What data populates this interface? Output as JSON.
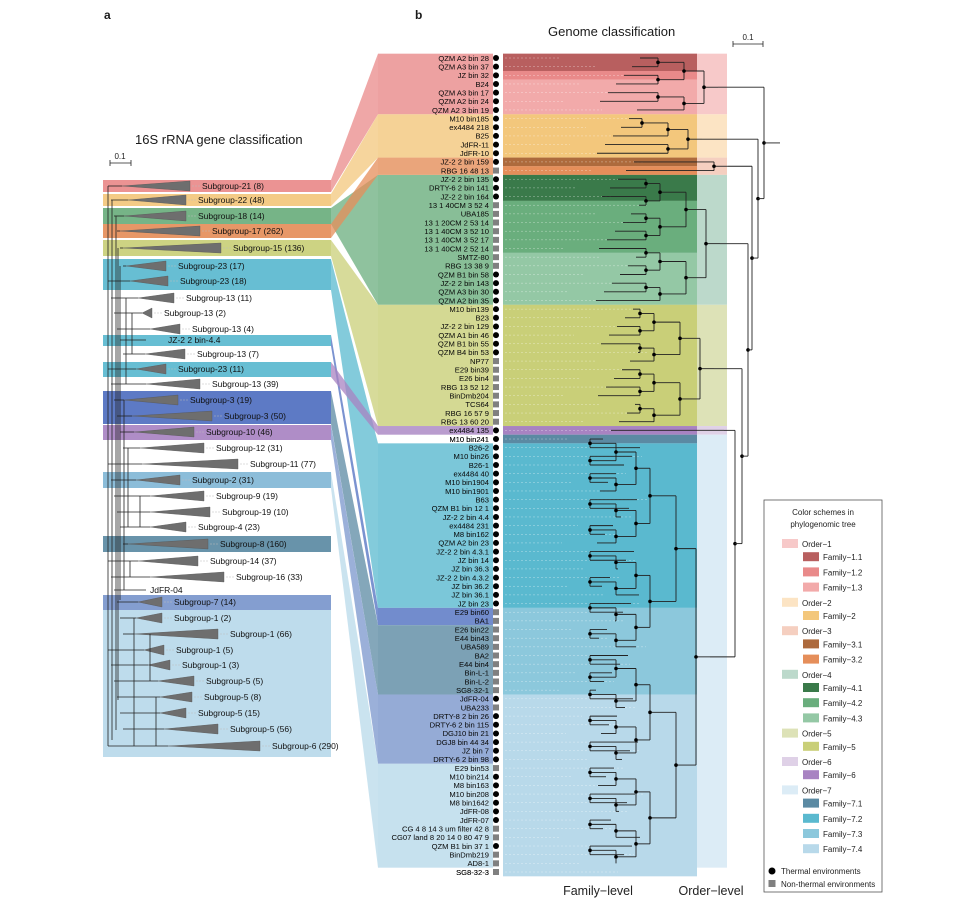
{
  "panels": {
    "a": "a",
    "b": "b"
  },
  "titles": {
    "left": "16S rRNA gene classification",
    "right": "Genome classification"
  },
  "scale": {
    "left": "0.1",
    "right": "0.1"
  },
  "level_labels": {
    "family": "Family−level",
    "order": "Order−level"
  },
  "left_tree": {
    "groups": [
      {
        "label": "Subgroup-21 (8)",
        "band": "family-1.2",
        "order": "1"
      },
      {
        "label": "Subgroup-22 (48)",
        "band": "family-2",
        "order": "2"
      },
      {
        "label": "Subgroup-18 (14)",
        "band": "family-4.2",
        "order": "4"
      },
      {
        "label": "Subgroup-17 (262)",
        "band": "family-3.2",
        "order": "3"
      },
      {
        "label": "Subgroup-15 (136)",
        "band": "family-5",
        "order": "5"
      },
      {
        "label": "Subgroup-23 (17)",
        "band": "family-7.2",
        "order": "7"
      },
      {
        "label": "Subgroup-23 (18)",
        "band": "family-7.2",
        "order": "7"
      },
      {
        "label": "Subgroup-13 (11)",
        "band": "none",
        "order": ""
      },
      {
        "label": "Subgroup-13 (2)",
        "band": "none",
        "order": ""
      },
      {
        "label": "Subgroup-13 (4)",
        "band": "none",
        "order": ""
      },
      {
        "label": "JZ-2 2 bin-4.4",
        "band": "family-7.2",
        "order": "7"
      },
      {
        "label": "Subgroup-13 (7)",
        "band": "none",
        "order": ""
      },
      {
        "label": "Subgroup-23 (11)",
        "band": "family-7.2",
        "order": "7"
      },
      {
        "label": "Subgroup-13 (39)",
        "band": "none",
        "order": ""
      },
      {
        "label": "Subgroup-3 (19)",
        "band": "sg3",
        "order": "7"
      },
      {
        "label": "Subgroup-3 (50)",
        "band": "sg3",
        "order": "7"
      },
      {
        "label": "Subgroup-10 (46)",
        "band": "family-6",
        "order": "6"
      },
      {
        "label": "Subgroup-12 (31)",
        "band": "none",
        "order": ""
      },
      {
        "label": "Subgroup-11 (77)",
        "band": "none",
        "order": ""
      },
      {
        "label": "Subgroup-2 (31)",
        "band": "sg2",
        "order": "7"
      },
      {
        "label": "Subgroup-9 (19)",
        "band": "none",
        "order": ""
      },
      {
        "label": "Subgroup-19 (10)",
        "band": "none",
        "order": ""
      },
      {
        "label": "Subgroup-4 (23)",
        "band": "none",
        "order": ""
      },
      {
        "label": "Subgroup-8 (160)",
        "band": "family-7.1",
        "order": "7"
      },
      {
        "label": "Subgroup-14 (37)",
        "band": "none",
        "order": ""
      },
      {
        "label": "Subgroup-16 (33)",
        "band": "none",
        "order": ""
      },
      {
        "label": "JdFR-04",
        "band": "none",
        "order": ""
      },
      {
        "label": "Subgroup-7 (14)",
        "band": "sg7",
        "order": "7"
      },
      {
        "label": "Subgroup-1 (2)",
        "band": "family-7.4",
        "order": "7"
      },
      {
        "label": "Subgroup-1 (66)",
        "band": "family-7.4",
        "order": "7"
      },
      {
        "label": "Subgroup-1 (5)",
        "band": "family-7.4",
        "order": "7"
      },
      {
        "label": "Subgroup-1 (3)",
        "band": "family-7.4",
        "order": "7"
      },
      {
        "label": "Subgroup-5 (5)",
        "band": "family-7.4",
        "order": "7"
      },
      {
        "label": "Subgroup-5 (8)",
        "band": "family-7.4",
        "order": "7"
      },
      {
        "label": "Subgroup-5 (15)",
        "band": "family-7.4",
        "order": "7"
      },
      {
        "label": "Subgroup-5 (56)",
        "band": "family-7.4",
        "order": "7"
      },
      {
        "label": "Subgroup-6 (290)",
        "band": "family-7.4",
        "order": "7"
      }
    ]
  },
  "right_tree": {
    "tips": [
      {
        "label": "QZM A2 bin 28",
        "env": "thermal",
        "family": "1.1"
      },
      {
        "label": "QZM A3 bin 37",
        "env": "thermal",
        "family": "1.1"
      },
      {
        "label": "JZ bin 32",
        "env": "thermal",
        "family": "1.2"
      },
      {
        "label": "B24",
        "env": "thermal",
        "family": "1.3"
      },
      {
        "label": "QZM A3 bin 17",
        "env": "thermal",
        "family": "1.3"
      },
      {
        "label": "QZM A2 bin 24",
        "env": "thermal",
        "family": "1.3"
      },
      {
        "label": "QZM A2 3 bin 19",
        "env": "thermal",
        "family": "1.3"
      },
      {
        "label": "M10 bin185",
        "env": "thermal",
        "family": "2"
      },
      {
        "label": "ex4484 218",
        "env": "thermal",
        "family": "2"
      },
      {
        "label": "B25",
        "env": "thermal",
        "family": "2"
      },
      {
        "label": "JdFR-11",
        "env": "thermal",
        "family": "2"
      },
      {
        "label": "JdFR-10",
        "env": "thermal",
        "family": "2"
      },
      {
        "label": "JZ-2 2 bin 159",
        "env": "thermal",
        "family": "3.1"
      },
      {
        "label": "RBG 16 48 13",
        "env": "non-thermal",
        "family": "3.2"
      },
      {
        "label": "JZ-2 2 bin 135",
        "env": "thermal",
        "family": "4.1"
      },
      {
        "label": "DRTY-6 2 bin 141",
        "env": "thermal",
        "family": "4.1"
      },
      {
        "label": "JZ-2 2 bin 164",
        "env": "thermal",
        "family": "4.1"
      },
      {
        "label": "13 1 40CM 3 52 4",
        "env": "non-thermal",
        "family": "4.2"
      },
      {
        "label": "UBA185",
        "env": "non-thermal",
        "family": "4.2"
      },
      {
        "label": "13 1 20CM 2 53 14",
        "env": "non-thermal",
        "family": "4.2"
      },
      {
        "label": "13 1 40CM 3 52 10",
        "env": "non-thermal",
        "family": "4.2"
      },
      {
        "label": "13 1 40CM 3 52 17",
        "env": "non-thermal",
        "family": "4.2"
      },
      {
        "label": "13 1 40CM 2 52 14",
        "env": "non-thermal",
        "family": "4.2"
      },
      {
        "label": "SMTZ-80",
        "env": "non-thermal",
        "family": "4.3"
      },
      {
        "label": "RBG 13 38 9",
        "env": "non-thermal",
        "family": "4.3"
      },
      {
        "label": "QZM B1 bin 58",
        "env": "thermal",
        "family": "4.3"
      },
      {
        "label": "JZ-2 2 bin 143",
        "env": "thermal",
        "family": "4.3"
      },
      {
        "label": "QZM A3 bin 30",
        "env": "thermal",
        "family": "4.3"
      },
      {
        "label": "QZM A2 bin 35",
        "env": "thermal",
        "family": "4.3"
      },
      {
        "label": "M10 bin139",
        "env": "thermal",
        "family": "5"
      },
      {
        "label": "B23",
        "env": "thermal",
        "family": "5"
      },
      {
        "label": "JZ-2 2 bin 129",
        "env": "thermal",
        "family": "5"
      },
      {
        "label": "QZM A1 bin 46",
        "env": "thermal",
        "family": "5"
      },
      {
        "label": "QZM B1 bin 55",
        "env": "thermal",
        "family": "5"
      },
      {
        "label": "QZM B4 bin 53",
        "env": "thermal",
        "family": "5"
      },
      {
        "label": "NP77",
        "env": "non-thermal",
        "family": "5"
      },
      {
        "label": "E29 bin39",
        "env": "non-thermal",
        "family": "5"
      },
      {
        "label": "E26 bin4",
        "env": "non-thermal",
        "family": "5"
      },
      {
        "label": "RBG 13 52 12",
        "env": "non-thermal",
        "family": "5"
      },
      {
        "label": "BinDmb204",
        "env": "non-thermal",
        "family": "5"
      },
      {
        "label": "TCS64",
        "env": "non-thermal",
        "family": "5"
      },
      {
        "label": "RBG 16 57 9",
        "env": "non-thermal",
        "family": "5"
      },
      {
        "label": "RBG 13 60 20",
        "env": "non-thermal",
        "family": "5"
      },
      {
        "label": "ex4484 135",
        "env": "thermal",
        "family": "6"
      },
      {
        "label": "M10 bin241",
        "env": "thermal",
        "family": "7.1"
      },
      {
        "label": "B26-2",
        "env": "thermal",
        "family": "7.2"
      },
      {
        "label": "M10 bin26",
        "env": "thermal",
        "family": "7.2"
      },
      {
        "label": "B26-1",
        "env": "thermal",
        "family": "7.2"
      },
      {
        "label": "ex4484 40",
        "env": "thermal",
        "family": "7.2"
      },
      {
        "label": "M10 bin1904",
        "env": "thermal",
        "family": "7.2"
      },
      {
        "label": "M10 bin1901",
        "env": "thermal",
        "family": "7.2"
      },
      {
        "label": "B63",
        "env": "thermal",
        "family": "7.2"
      },
      {
        "label": "QZM B1 bin 12 1",
        "env": "thermal",
        "family": "7.2"
      },
      {
        "label": "JZ-2 2 bin 4.4",
        "env": "thermal",
        "family": "7.2"
      },
      {
        "label": "ex4484 231",
        "env": "thermal",
        "family": "7.2"
      },
      {
        "label": "M8 bin162",
        "env": "thermal",
        "family": "7.2"
      },
      {
        "label": "QZM A2 bin 23",
        "env": "thermal",
        "family": "7.2"
      },
      {
        "label": "JZ-2 2 bin 4.3.1",
        "env": "thermal",
        "family": "7.2"
      },
      {
        "label": "JZ bin 14",
        "env": "thermal",
        "family": "7.2"
      },
      {
        "label": "JZ bin 36.3",
        "env": "thermal",
        "family": "7.2"
      },
      {
        "label": "JZ-2 2 bin 4.3.2",
        "env": "thermal",
        "family": "7.2"
      },
      {
        "label": "JZ bin 36.2",
        "env": "thermal",
        "family": "7.2"
      },
      {
        "label": "JZ bin 36.1",
        "env": "thermal",
        "family": "7.2"
      },
      {
        "label": "JZ bin 23",
        "env": "thermal",
        "family": "7.2"
      },
      {
        "label": "E29 bin60",
        "env": "non-thermal",
        "family": "7.3"
      },
      {
        "label": "BA1",
        "env": "non-thermal",
        "family": "7.3"
      },
      {
        "label": "E26 bin22",
        "env": "non-thermal",
        "family": "7.3"
      },
      {
        "label": "E44 bin43",
        "env": "non-thermal",
        "family": "7.3"
      },
      {
        "label": "UBA589",
        "env": "non-thermal",
        "family": "7.3"
      },
      {
        "label": "BA2",
        "env": "non-thermal",
        "family": "7.3"
      },
      {
        "label": "E44 bin4",
        "env": "non-thermal",
        "family": "7.3"
      },
      {
        "label": "Bin-L-1",
        "env": "non-thermal",
        "family": "7.3"
      },
      {
        "label": "Bin-L-2",
        "env": "non-thermal",
        "family": "7.3"
      },
      {
        "label": "SG8-32-1",
        "env": "non-thermal",
        "family": "7.3"
      },
      {
        "label": "JdFR-04",
        "env": "thermal",
        "family": "7.4"
      },
      {
        "label": "UBA233",
        "env": "non-thermal",
        "family": "7.4"
      },
      {
        "label": "DRTY-8 2 bin 26",
        "env": "thermal",
        "family": "7.4"
      },
      {
        "label": "DRTY-6 2 bin 115",
        "env": "thermal",
        "family": "7.4"
      },
      {
        "label": "DGJ10 bin 21",
        "env": "thermal",
        "family": "7.4"
      },
      {
        "label": "DGJ8 bin 44 34",
        "env": "thermal",
        "family": "7.4"
      },
      {
        "label": "JZ bin 7",
        "env": "thermal",
        "family": "7.4"
      },
      {
        "label": "DRTY-6 2 bin 98",
        "env": "thermal",
        "family": "7.4"
      },
      {
        "label": "E29 bin53",
        "env": "non-thermal",
        "family": "7.4"
      },
      {
        "label": "M10 bin214",
        "env": "thermal",
        "family": "7.4"
      },
      {
        "label": "M8 bin163",
        "env": "thermal",
        "family": "7.4"
      },
      {
        "label": "M10 bin208",
        "env": "thermal",
        "family": "7.4"
      },
      {
        "label": "M8 bin1642",
        "env": "thermal",
        "family": "7.4"
      },
      {
        "label": "JdFR-08",
        "env": "thermal",
        "family": "7.4"
      },
      {
        "label": "JdFR-07",
        "env": "thermal",
        "family": "7.4"
      },
      {
        "label": "CG 4 8 14 3 um filter 42 8",
        "env": "non-thermal",
        "family": "7.4"
      },
      {
        "label": "CG07 land 8 20 14 0 80 47 9",
        "env": "non-thermal",
        "family": "7.4"
      },
      {
        "label": "QZM B1 bin 37 1",
        "env": "thermal",
        "family": "7.4"
      },
      {
        "label": "BinDmb219",
        "env": "non-thermal",
        "family": "7.4"
      },
      {
        "label": "AD8-1",
        "env": "non-thermal",
        "family": "7.4"
      },
      {
        "label": "SG8-32-3",
        "env": "non-thermal",
        "family": "7.4"
      }
    ]
  },
  "legend": {
    "title": "Color schemes in phylogenomic tree",
    "title_line1": "Color schemes in",
    "title_line2": "phylogenomic tree",
    "items": [
      {
        "label": "Order−1",
        "color": "#f7c9c9",
        "kind": "order"
      },
      {
        "label": "Family−1.1",
        "color": "#b85f5f",
        "kind": "family"
      },
      {
        "label": "Family−1.2",
        "color": "#e98a8a",
        "kind": "family"
      },
      {
        "label": "Family−1.3",
        "color": "#f2aaaa",
        "kind": "family"
      },
      {
        "label": "Order−2",
        "color": "#fce4c4",
        "kind": "order"
      },
      {
        "label": "Family−2",
        "color": "#f3c77c",
        "kind": "family"
      },
      {
        "label": "Order−3",
        "color": "#f5cfc0",
        "kind": "order"
      },
      {
        "label": "Family−3.1",
        "color": "#ad6a3d",
        "kind": "family"
      },
      {
        "label": "Family−3.2",
        "color": "#e58e5a",
        "kind": "family"
      },
      {
        "label": "Order−4",
        "color": "#bcd9cb",
        "kind": "order"
      },
      {
        "label": "Family−4.1",
        "color": "#3a7a4a",
        "kind": "family"
      },
      {
        "label": "Family−4.2",
        "color": "#6aae7d",
        "kind": "family"
      },
      {
        "label": "Family−4.3",
        "color": "#94c8a5",
        "kind": "family"
      },
      {
        "label": "Order−5",
        "color": "#dde2b7",
        "kind": "order"
      },
      {
        "label": "Family−5",
        "color": "#c9cf78",
        "kind": "family"
      },
      {
        "label": "Order−6",
        "color": "#dfd1e7",
        "kind": "order"
      },
      {
        "label": "Family−6",
        "color": "#a883c2",
        "kind": "family"
      },
      {
        "label": "Order−7",
        "color": "#dcecf6",
        "kind": "order"
      },
      {
        "label": "Family−7.1",
        "color": "#5b8aa3",
        "kind": "family"
      },
      {
        "label": "Family−7.2",
        "color": "#5ab9cf",
        "kind": "family"
      },
      {
        "label": "Family−7.3",
        "color": "#8cc8dc",
        "kind": "family"
      },
      {
        "label": "Family−7.4",
        "color": "#b8d9ea",
        "kind": "family"
      }
    ],
    "markers": [
      {
        "label": "Thermal environments",
        "shape": "circle"
      },
      {
        "label": "Non-thermal environments",
        "shape": "square"
      }
    ]
  },
  "colors": {
    "family-1.1": "#b85f5f",
    "family-1.2": "#e98a8a",
    "family-1.3": "#f2aaaa",
    "family-2": "#f3c77c",
    "family-3.1": "#ad6a3d",
    "family-3.2": "#e58e5a",
    "family-4.1": "#3a7a4a",
    "family-4.2": "#6aae7d",
    "family-4.3": "#94c8a5",
    "family-5": "#c9cf78",
    "family-6": "#a883c2",
    "family-7.1": "#5b8aa3",
    "family-7.2": "#5ab9cf",
    "family-7.3": "#8cc8dc",
    "family-7.4": "#b8d9ea",
    "sg3": "#4f6fc0",
    "sg2": "#82b7d6",
    "sg7": "#7a96cc"
  }
}
